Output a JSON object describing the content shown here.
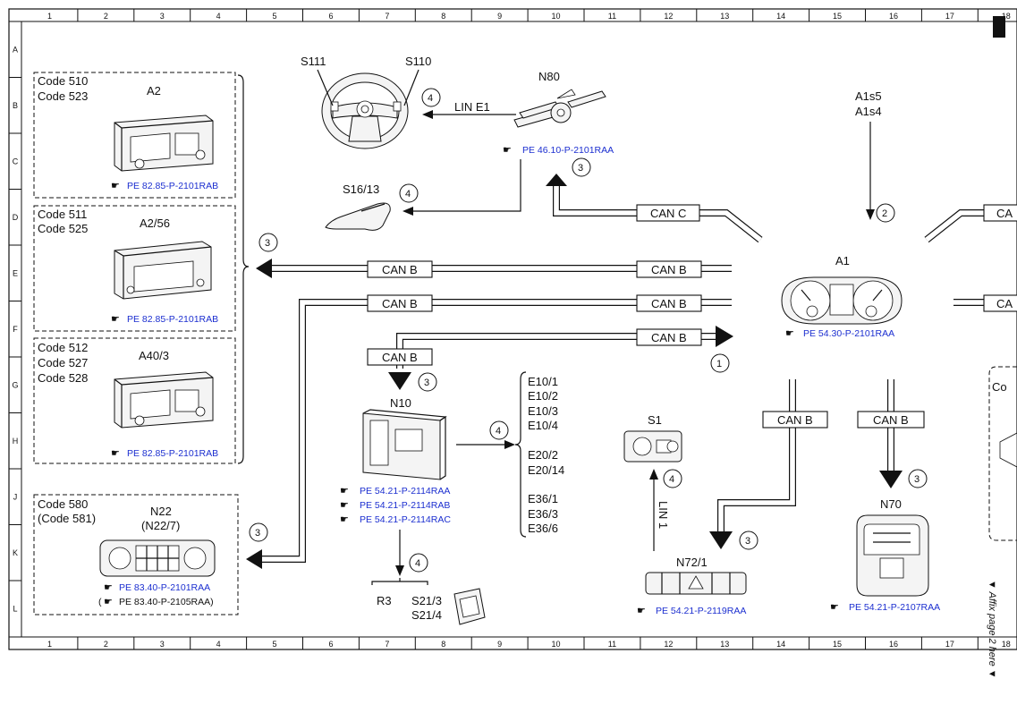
{
  "grid": {
    "cols": [
      "1",
      "2",
      "3",
      "4",
      "5",
      "6",
      "7",
      "8",
      "9",
      "10",
      "11",
      "12",
      "13",
      "14",
      "15",
      "16",
      "17",
      "18"
    ],
    "rows": [
      "A",
      "B",
      "C",
      "D",
      "E",
      "F",
      "G",
      "H",
      "J",
      "K",
      "L"
    ]
  },
  "components": {
    "a2": {
      "codes": [
        "Code 510",
        "Code 523"
      ],
      "label": "A2",
      "ref": "PE 82.85-P-2101RAB"
    },
    "a256": {
      "codes": [
        "Code 511",
        "Code 525"
      ],
      "label": "A2/56",
      "ref": "PE 82.85-P-2101RAB"
    },
    "a403": {
      "codes": [
        "Code 512",
        "Code 527",
        "Code 528"
      ],
      "label": "A40/3",
      "ref": "PE 82.85-P-2101RAB"
    },
    "n22": {
      "codes": [
        "Code 580",
        "(Code 581)"
      ],
      "label": "N22",
      "sublabel": "(N22/7)",
      "ref": "PE 83.40-P-2101RAA",
      "ref2": "PE 83.40-P-2105RAA)",
      "ref2_prefix": "("
    },
    "steering": {
      "s111": "S111",
      "s110": "S110"
    },
    "n80": {
      "label": "N80",
      "ref": "PE 46.10-P-2101RAA",
      "lin": "LIN E1"
    },
    "s1613": {
      "label": "S16/13"
    },
    "a1s": {
      "line1": "A1s5",
      "line2": "A1s4"
    },
    "a1": {
      "label": "A1",
      "ref": "PE 54.30-P-2101RAA"
    },
    "n10": {
      "label": "N10",
      "refs": [
        "PE 54.21-P-2114RAA",
        "PE 54.21-P-2114RAB",
        "PE 54.21-P-2114RAC"
      ]
    },
    "outputs": [
      "E10/1",
      "E10/2",
      "E10/3",
      "E10/4",
      "E20/2",
      "E20/14",
      "E36/1",
      "E36/3",
      "E36/6"
    ],
    "r3": {
      "label": "R3",
      "s213": "S21/3",
      "s214": "S21/4"
    },
    "s1": {
      "label": "S1",
      "lin": "LIN 1"
    },
    "n721": {
      "label": "N72/1",
      "ref": "PE 54.21-P-2119RAA"
    },
    "n70": {
      "label": "N70",
      "ref": "PE 54.21-P-2107RAA"
    },
    "right_edge": {
      "co": "Co",
      "ca": "CA"
    }
  },
  "buses": {
    "can_b": "CAN B",
    "can_c": "CAN C"
  },
  "markers": [
    "1",
    "2",
    "3",
    "4"
  ],
  "side_note": "▼ Affix page 2 here ▼",
  "icons": {
    "ref_pointer": "pointing-hand-icon"
  }
}
